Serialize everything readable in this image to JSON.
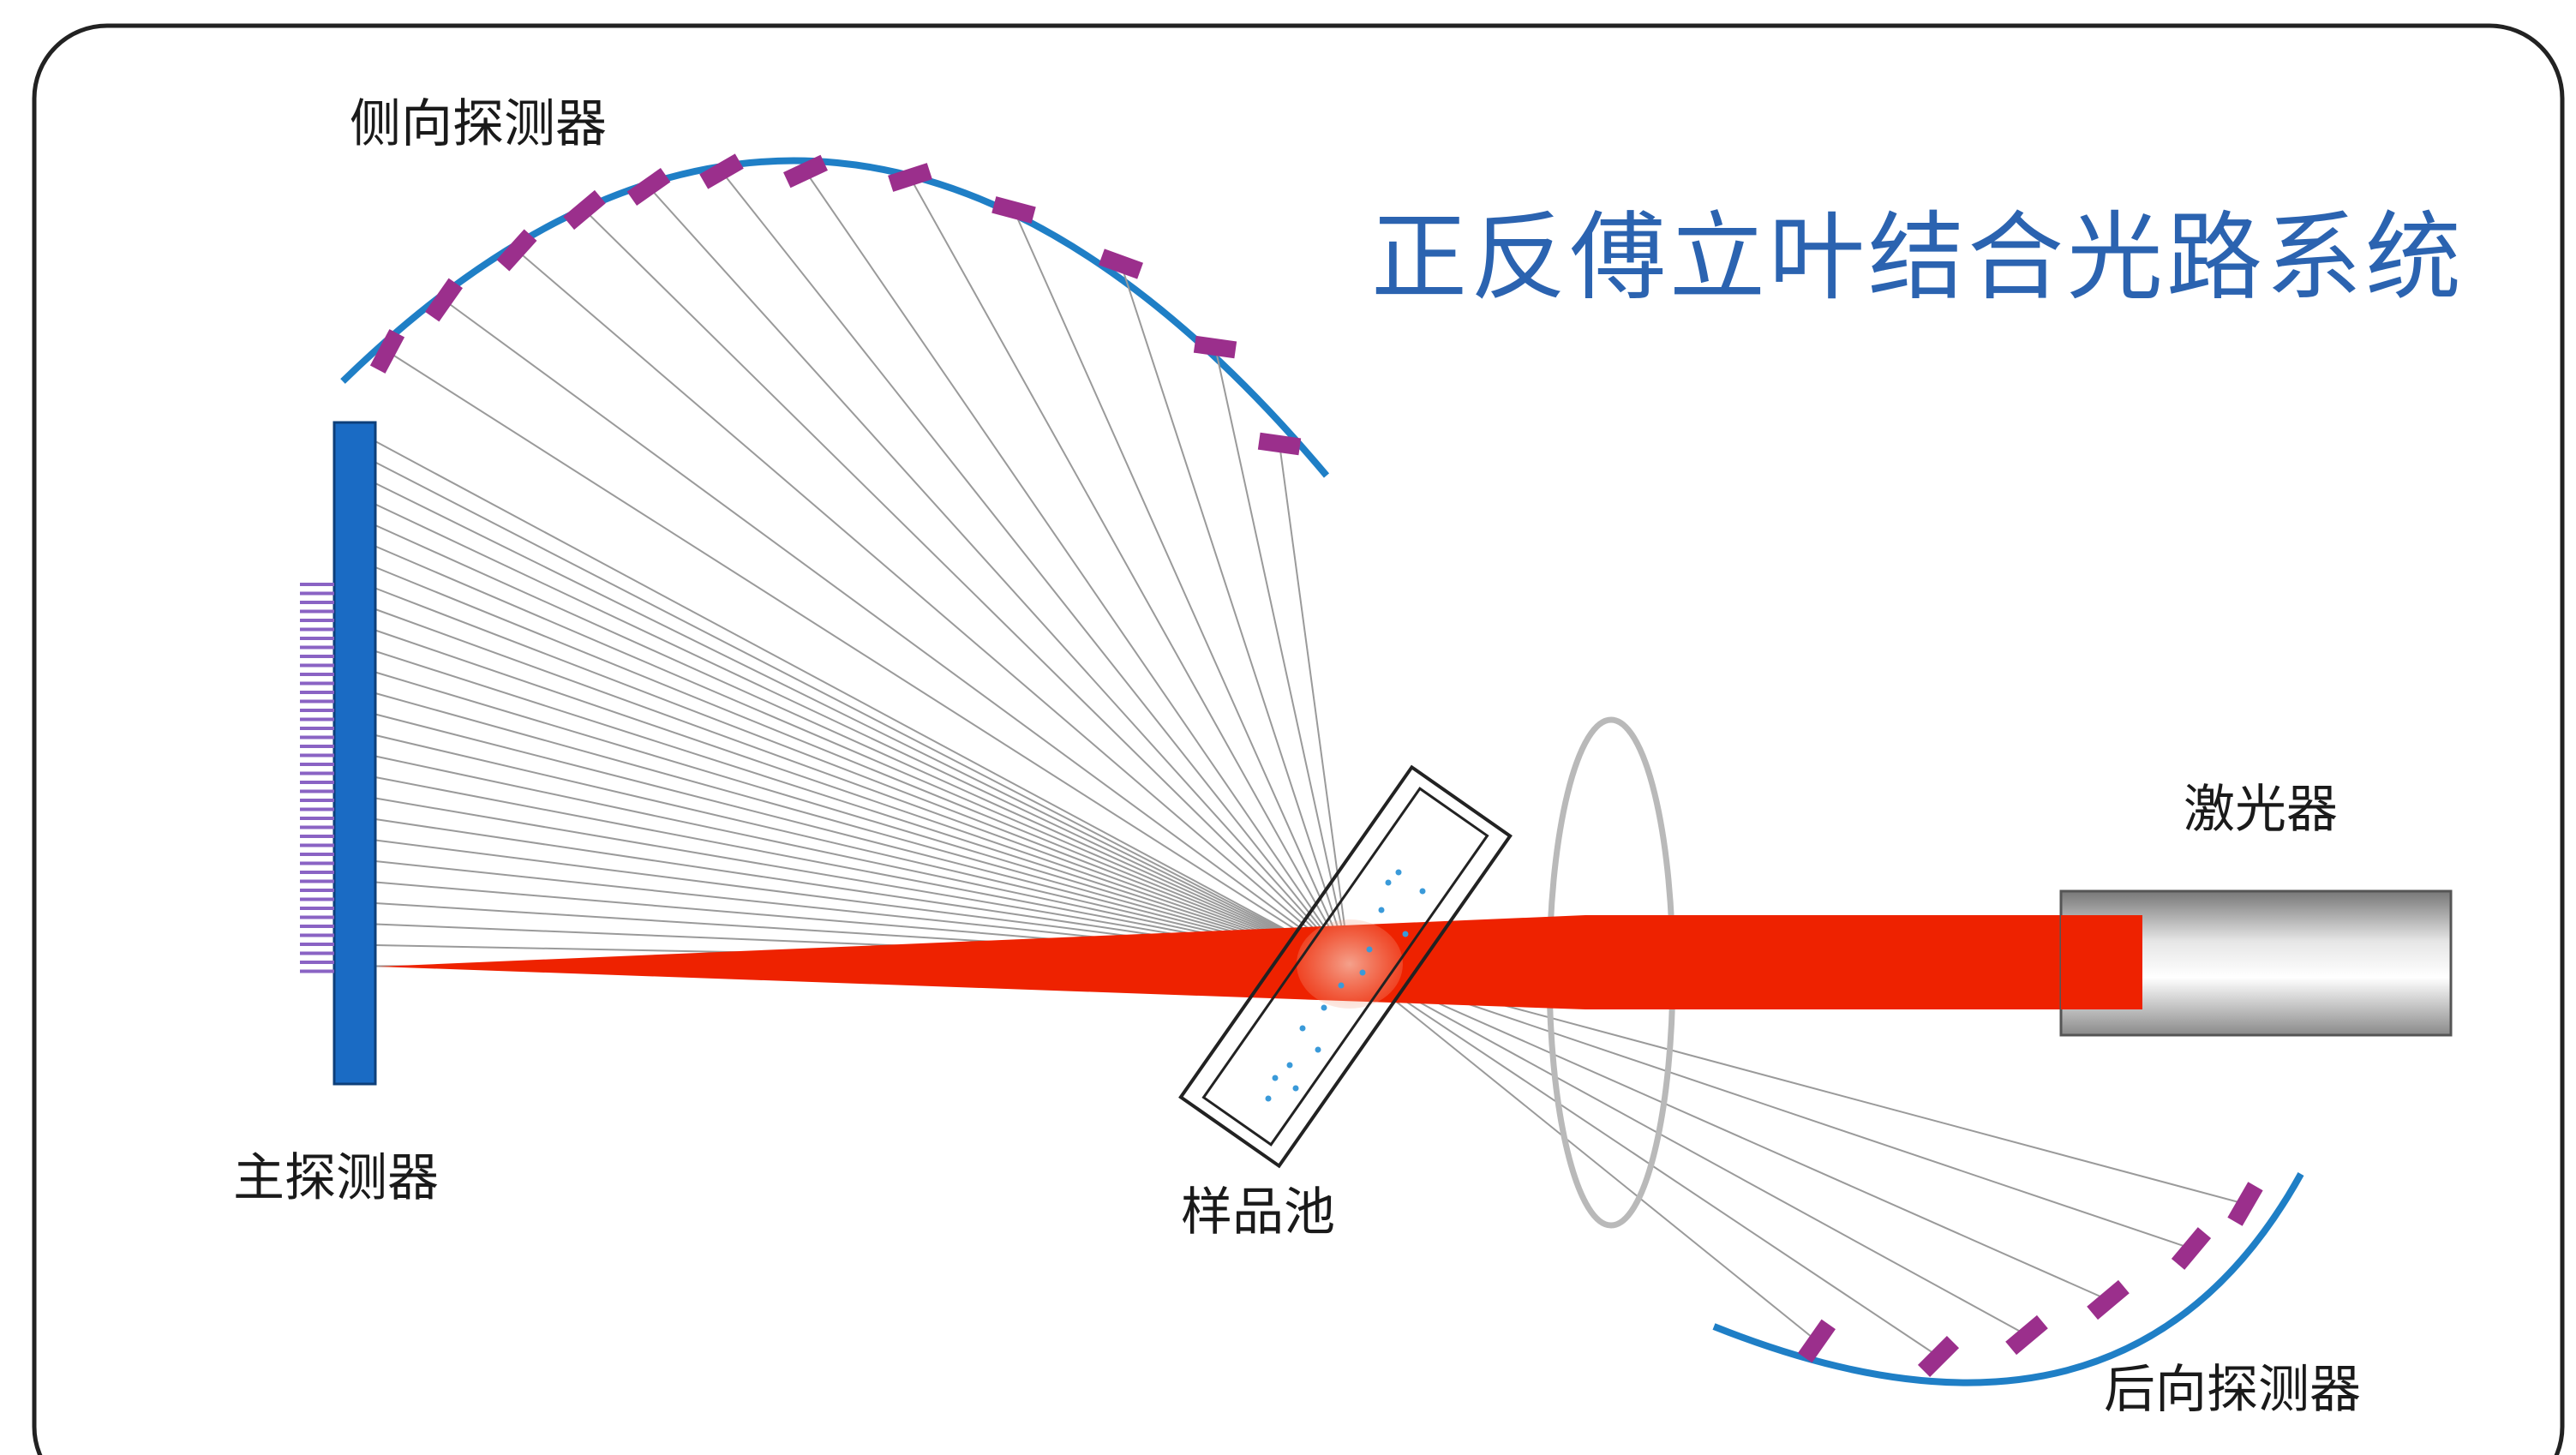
{
  "diagram": {
    "title": "正反傅立叶结合光路系统",
    "labels": {
      "side_detector": "侧向探测器",
      "main_detector": "主探测器",
      "sample_cell": "样品池",
      "laser": "激光器",
      "back_detector": "后向探测器"
    },
    "colors": {
      "title": "#2b63b0",
      "detector_arc": "#1f7fc6",
      "main_detector": "#1a6bc4",
      "detector_elements": "#9b2f8c",
      "laser_beam": "#ee2200",
      "scatter_rays": "#999999",
      "lens": "#b9b9b9"
    }
  }
}
